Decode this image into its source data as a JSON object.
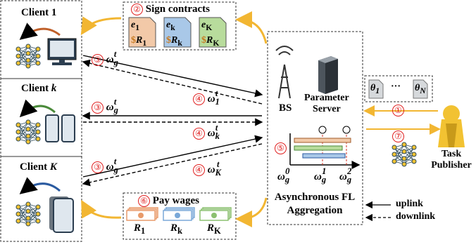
{
  "clients": {
    "client1": {
      "name": "Client 1"
    },
    "clientk": {
      "name": "Client ",
      "idx": "k"
    },
    "clientK": {
      "name": "Client ",
      "idx": "K"
    }
  },
  "steps": {
    "s1": "①",
    "s2": "②",
    "s3": "③",
    "s4": "④",
    "s5": "⑤",
    "s6": "⑥",
    "s7": "⑦"
  },
  "contracts": {
    "title": "Sign contracts",
    "items": [
      {
        "e": "e",
        "sub": "1",
        "r": "$R",
        "rsub": "1",
        "color": "#f2c9a8"
      },
      {
        "e": "e",
        "sub": "k",
        "r": "$R",
        "rsub": "k",
        "color": "#a9c8e8"
      },
      {
        "e": "e",
        "sub": "K",
        "r": "$R",
        "rsub": "K",
        "color": "#b8dc9c"
      }
    ]
  },
  "wages": {
    "title": "Pay wages",
    "items": [
      {
        "r": "R",
        "sub": "1",
        "color": "#e89a6a"
      },
      {
        "r": "R",
        "sub": "k",
        "color": "#7aa8d8"
      },
      {
        "r": "R",
        "sub": "K",
        "color": "#8cc070"
      }
    ]
  },
  "bs": {
    "label": "BS"
  },
  "server": {
    "line1": "Parameter",
    "line2": "Server"
  },
  "theta": {
    "first": "θ",
    "first_sub": "1",
    "dots": "···",
    "last": "θ",
    "last_sub": "N"
  },
  "publisher": {
    "line1": "Task",
    "line2": "Publisher"
  },
  "aggregation": {
    "line1": "Asynchronous FL",
    "line2": "Aggregation",
    "ticks": [
      {
        "w": "ω",
        "sub": "g",
        "sup": "0"
      },
      {
        "w": "ω",
        "sub": "g",
        "sup": "1"
      },
      {
        "w": "ω",
        "sub": "g",
        "sup": "2"
      }
    ]
  },
  "omega_down": {
    "w": "ω",
    "sub": "g",
    "sup": "t"
  },
  "omega_up": [
    {
      "w": "ω",
      "sub": "1",
      "sup": "t"
    },
    {
      "w": "ω",
      "sub": "k",
      "sup": "t"
    },
    {
      "w": "ω",
      "sub": "K",
      "sup": "t"
    }
  ],
  "legend": {
    "uplink": "uplink",
    "downlink": "downlink"
  }
}
